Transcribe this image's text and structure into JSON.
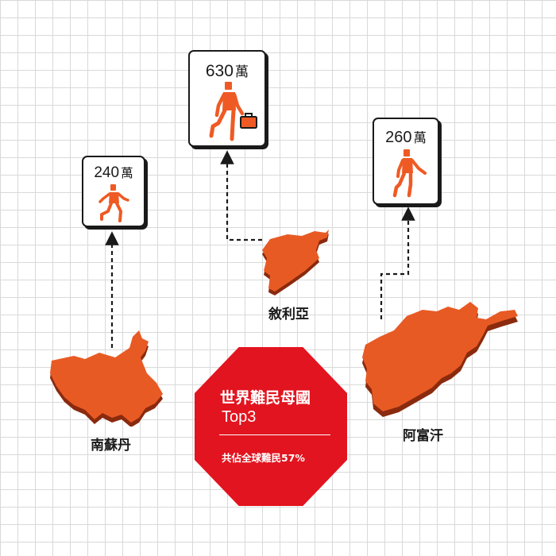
{
  "countries": [
    {
      "name": "南蘇丹",
      "value": "240",
      "unit": "萬"
    },
    {
      "name": "敘利亞",
      "value": "630",
      "unit": "萬"
    },
    {
      "name": "阿富汗",
      "value": "260",
      "unit": "萬"
    }
  ],
  "callout": {
    "title": "世界難民母國",
    "subtitle": "Top3",
    "note": "共佔全球難民57%"
  },
  "colors": {
    "map_fill": "#e85a24",
    "map_shadow": "#8a2a0e",
    "icon": "#ef5a24",
    "callout": "#e2141f",
    "grid": "#d9d9d9",
    "ink": "#1a1a1a"
  },
  "icons": {
    "south_sudan": "person-running-icon",
    "syria": "person-walking-with-suitcase-icon",
    "afghanistan": "person-walking-icon"
  }
}
